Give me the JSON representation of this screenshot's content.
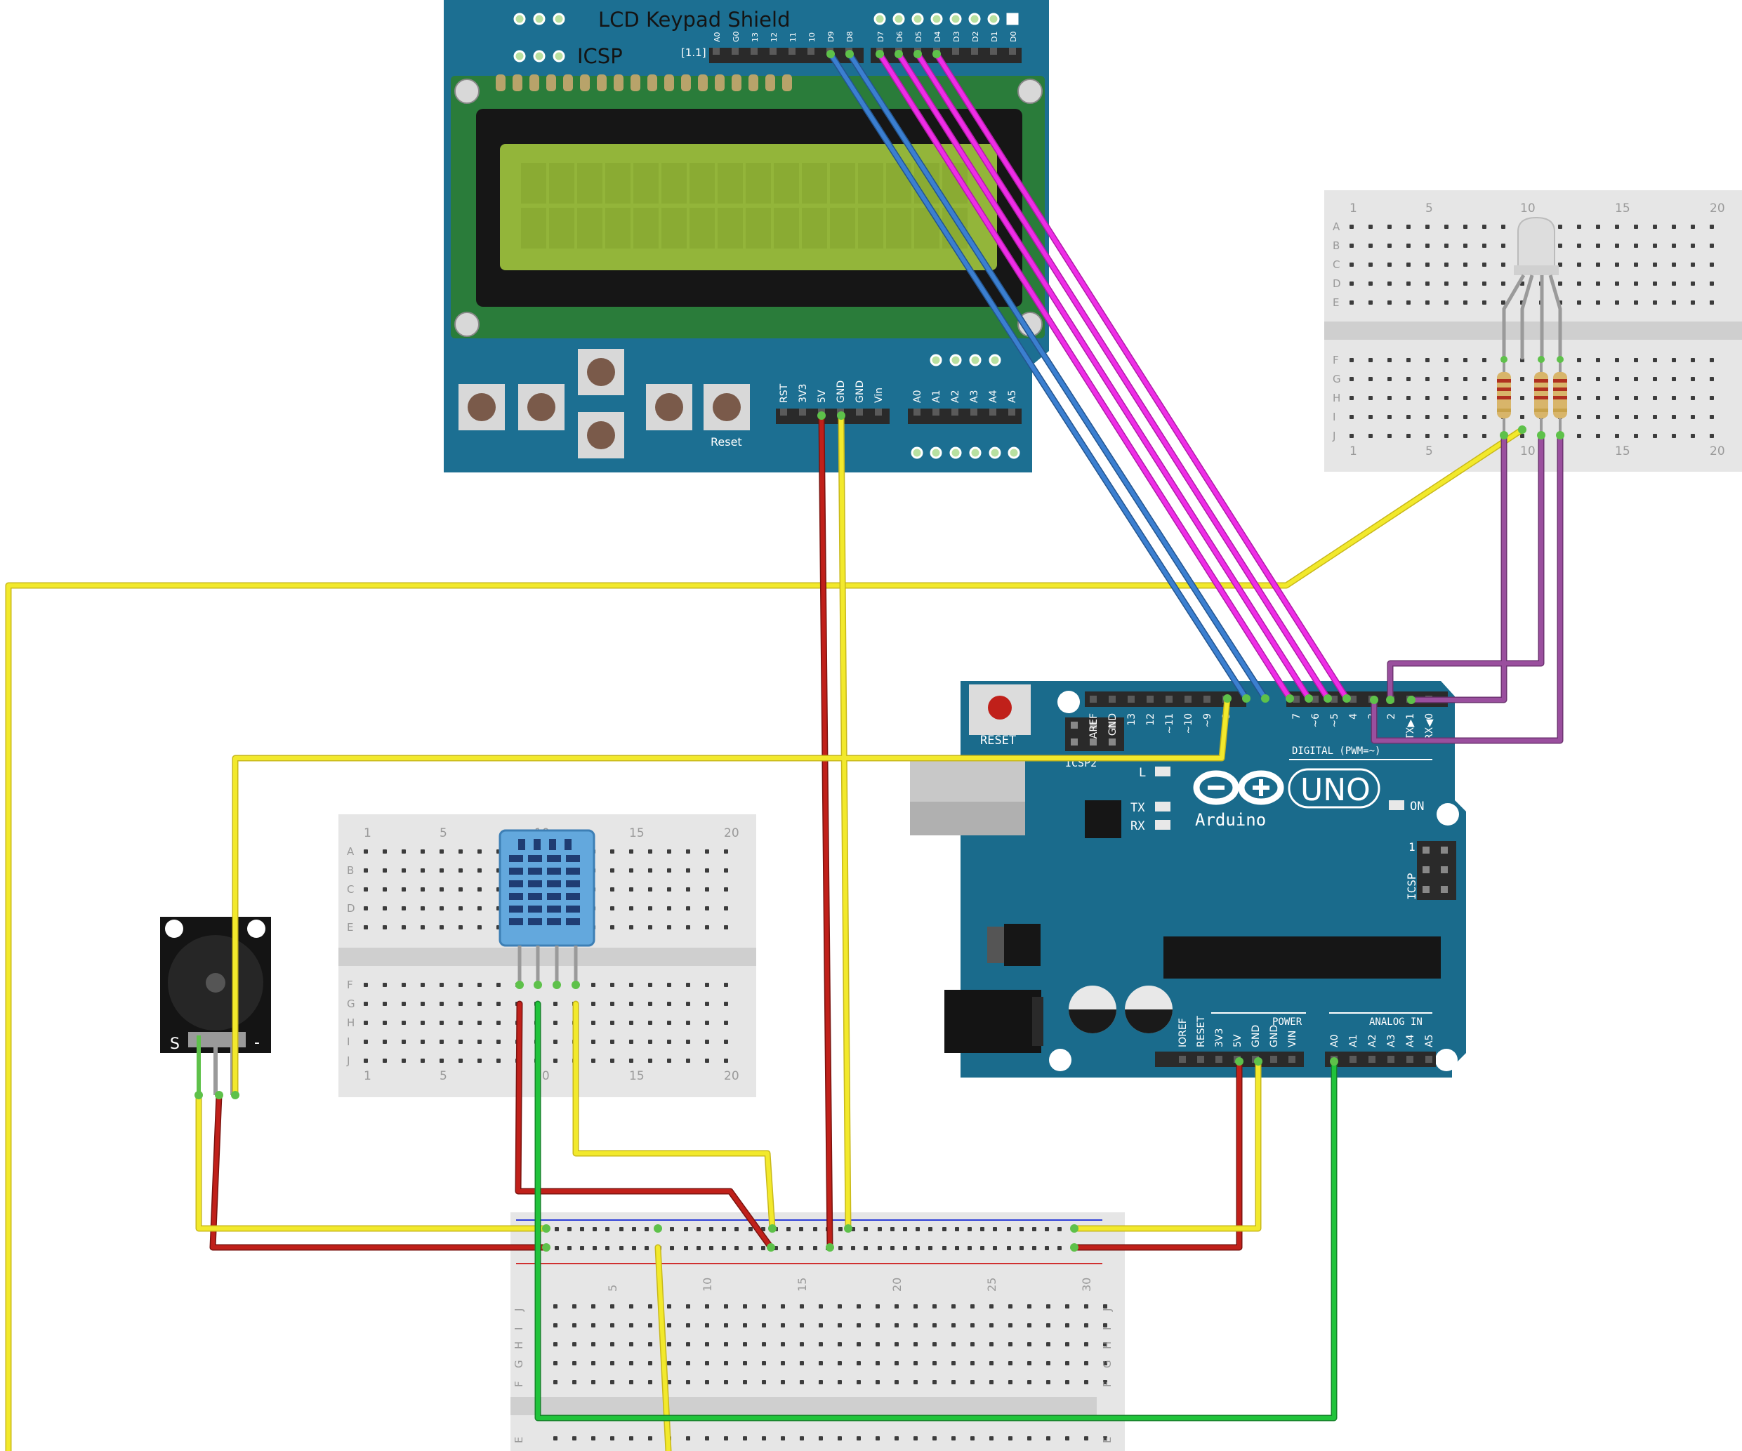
{
  "lcd_shield": {
    "title": "LCD Keypad Shield",
    "icsp_label": "ICSP",
    "pin_group_label": "[1.1]",
    "top_left_pins": [
      "A0",
      "G0",
      "13",
      "12",
      "11",
      "10",
      "D9",
      "D8"
    ],
    "top_right_pins": [
      "D7",
      "D6",
      "D5",
      "D4",
      "D3",
      "D2",
      "D1",
      "D0"
    ],
    "power_pins": [
      "RST",
      "3V3",
      "5V",
      "GND",
      "GND",
      "Vin"
    ],
    "analog_pins": [
      "A0",
      "A1",
      "A2",
      "A3",
      "A4",
      "A5"
    ],
    "reset_label": "Reset"
  },
  "arduino": {
    "reset_label": "RESET",
    "icsp2_label": "ICSP2",
    "l_label": "L",
    "tx_label": "TX",
    "rx_label": "RX",
    "on_label": "ON",
    "icsp_label": "ICSP",
    "icsp_pin1": "1",
    "brand": "Arduino",
    "model": "UNO",
    "digital_label": "DIGITAL (PWM=~)",
    "digital_pins_left": [
      "AREF",
      "GND",
      "13",
      "12",
      "~11",
      "~10",
      "~9",
      "8"
    ],
    "digital_pins_right": [
      "7",
      "~6",
      "~5",
      "4",
      "~3",
      "2",
      "TX▶1",
      "RX◀0"
    ],
    "power_label": "POWER",
    "power_pins": [
      "IOREF",
      "RESET",
      "3V3",
      "5V",
      "GND",
      "GND",
      "VIN"
    ],
    "analog_label": "ANALOG IN",
    "analog_pins": [
      "A0",
      "A1",
      "A2",
      "A3",
      "A4",
      "A5"
    ]
  },
  "breadboard_small_top": {
    "column_numbers": [
      "1",
      "5",
      "10",
      "15",
      "20"
    ],
    "row_letters_top": [
      "A",
      "B",
      "C",
      "D",
      "E"
    ],
    "row_letters_bottom": [
      "F",
      "G",
      "H",
      "I",
      "J"
    ]
  },
  "breadboard_small_middle": {
    "column_numbers": [
      "1",
      "5",
      "10",
      "15",
      "20"
    ],
    "row_letters_top": [
      "A",
      "B",
      "C",
      "D",
      "E"
    ],
    "row_letters_bottom": [
      "F",
      "G",
      "H",
      "I",
      "J"
    ]
  },
  "breadboard_main": {
    "column_numbers": [
      "5",
      "10",
      "15",
      "20",
      "25",
      "30"
    ],
    "row_letters": [
      "J",
      "I",
      "H",
      "G",
      "F"
    ],
    "bottom_row_letter": "E"
  },
  "buzzer": {
    "signal_label": "S",
    "minus_label": "-"
  },
  "colors": {
    "shield_blue": "#1c6f92",
    "lcd_green": "#2a7c3a",
    "lcd_screen": "#93b53a",
    "arduino_blue": "#1a6b8c",
    "wire_red": "#c0201a",
    "wire_yellow": "#f2e92c",
    "wire_blue": "#3b7fd0",
    "wire_magenta": "#ee2de6",
    "wire_purple": "#9a4f9e",
    "wire_green": "#20c33a",
    "breadboard": "#e6e6e6",
    "dht_blue": "#63a8dd"
  }
}
